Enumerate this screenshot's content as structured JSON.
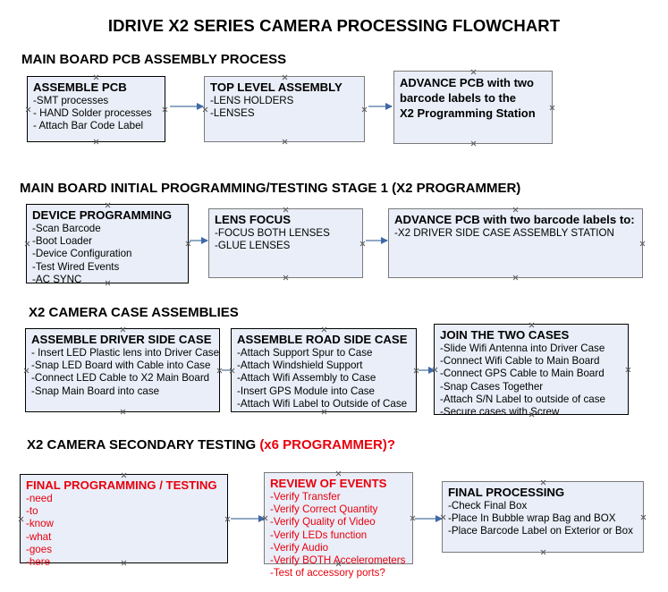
{
  "title": "IDRIVE X2  SERIES CAMERA PROCESSING FLOWCHART",
  "colors": {
    "box_fill": "#e9eef8",
    "box_border_dark": "#000000",
    "box_border_gray": "#7a7a7a",
    "accent_red": "#e8000d",
    "arrow_line": "#8faac4",
    "arrow_head": "#3f68a8"
  },
  "sections": [
    {
      "heading": "MAIN BOARD PCB ASSEMBLY PROCESS",
      "heading_accent": "",
      "boxes": [
        {
          "title": "ASSEMBLE PCB",
          "lines": [
            "-SMT processes",
            "- HAND Solder processes",
            "- Attach Bar Code Label"
          ]
        },
        {
          "title": "TOP LEVEL ASSEMBLY",
          "lines": [
            "-LENS HOLDERS",
            "-LENSES"
          ]
        },
        {
          "title": "",
          "lines": [
            "ADVANCE PCB with two",
            "barcode labels to the",
            " X2 Programming Station"
          ]
        }
      ]
    },
    {
      "heading": "MAIN BOARD INITIAL PROGRAMMING/TESTING STAGE 1 (X2 PROGRAMMER)",
      "heading_accent": "",
      "boxes": [
        {
          "title": "DEVICE PROGRAMMING",
          "lines": [
            "-Scan Barcode",
            "-Boot Loader",
            "-Device Configuration",
            "-Test Wired Events",
            "-AC SYNC"
          ]
        },
        {
          "title": "LENS FOCUS",
          "lines": [
            "-FOCUS BOTH LENSES",
            "-GLUE LENSES"
          ]
        },
        {
          "title": "ADVANCE PCB with two barcode labels to:",
          "lines": [
            "-X2 DRIVER  SIDE  CASE  ASSEMBLY STATION"
          ]
        }
      ]
    },
    {
      "heading": "X2 CAMERA CASE ASSEMBLIES",
      "heading_accent": "",
      "boxes": [
        {
          "title": "ASSEMBLE DRIVER SIDE CASE",
          "lines": [
            "- Insert LED Plastic lens into Driver Case",
            "-Snap LED Board with Cable into Case",
            "-Connect LED Cable to X2 Main Board",
            "-Snap Main Board into case"
          ]
        },
        {
          "title": "ASSEMBLE ROAD SIDE CASE",
          "lines": [
            "-Attach Support Spur to Case",
            "-Attach Windshield Support",
            "-Attach Wifi Assembly to Case",
            "-Insert GPS Module into Case",
            "-Attach Wifi Label to Outside of Case"
          ]
        },
        {
          "title": "JOIN THE TWO CASES",
          "lines": [
            "-Slide Wifi Antenna into Driver Case",
            "-Connect Wifi Cable to Main Board",
            "-Connect GPS Cable to Main Board",
            "-Snap Cases Together",
            "-Attach S/N Label to outside of case",
            "-Secure cases with Screw"
          ]
        }
      ]
    },
    {
      "heading": "X2 CAMERA SECONDARY TESTING ",
      "heading_accent": "(x6 PROGRAMMER)?",
      "boxes": [
        {
          "title": "FINAL PROGRAMMING / TESTING",
          "lines": [
            "-need",
            "-to",
            "-know",
            "-what",
            "-goes",
            "-here"
          ]
        },
        {
          "title": "REVIEW OF EVENTS",
          "lines": [
            "-Verify Transfer",
            "-Verify Correct Quantity",
            "-Verify Quality of Video",
            "-Verify LEDs function",
            "-Verify Audio",
            "-Verify BOTH Accelerometers",
            "-Test of accessory ports?"
          ]
        },
        {
          "title": "FINAL PROCESSING",
          "lines": [
            " -Check Final Box",
            "-Place In Bubble wrap Bag and BOX",
            "-Place Barcode Label on Exterior or Box"
          ]
        }
      ]
    }
  ]
}
